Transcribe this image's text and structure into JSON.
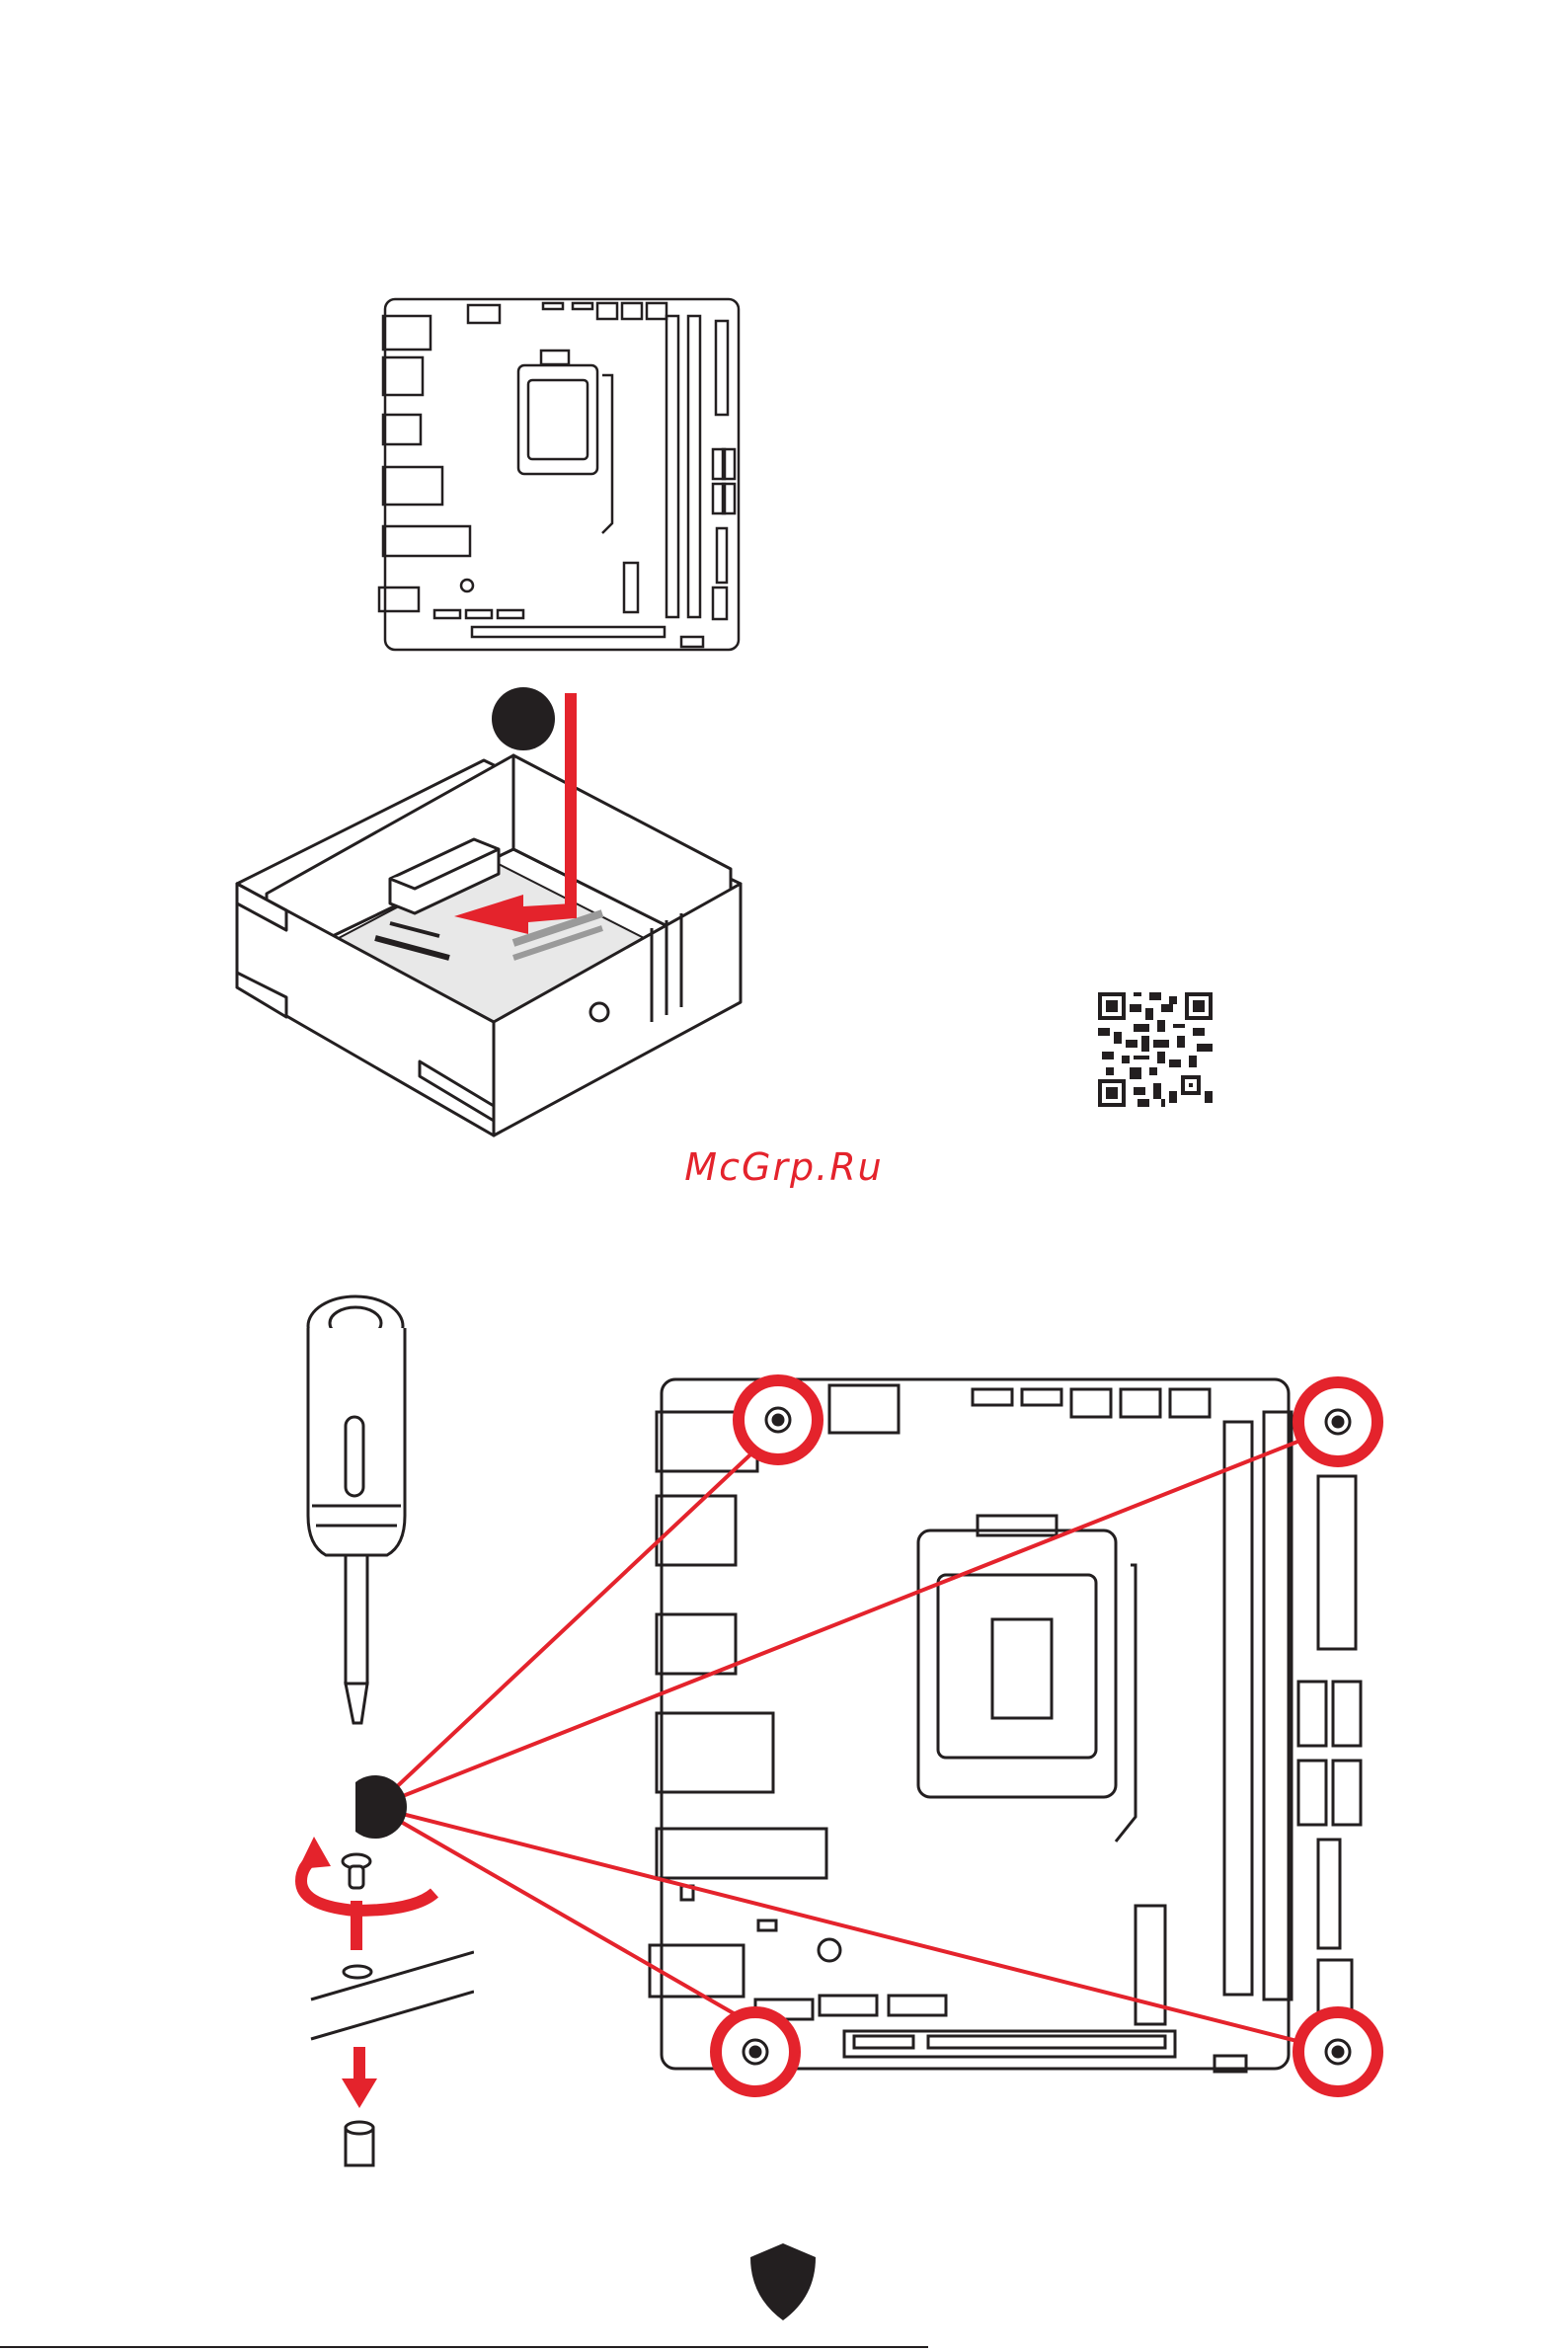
{
  "watermark": {
    "text": "McGrp.Ru"
  },
  "colors": {
    "accent_red": "#e4232c",
    "line_black": "#231f20",
    "panel_gray": "#e8e8e8"
  },
  "figures": {
    "board_top": {
      "icon": "motherboard-outline"
    },
    "case_install": {
      "icon": "pc-case-isometric",
      "step_marker": "black-circle",
      "arrows": "down-then-left"
    },
    "qr_code": {
      "icon": "qr-code"
    },
    "screwdriver": {
      "icon": "screwdriver",
      "step_marker": "black-circle"
    },
    "board_screw_points": {
      "icon": "motherboard-mounting-holes",
      "highlight_count": 4
    },
    "logo": {
      "icon": "msi-shield-logo"
    }
  }
}
